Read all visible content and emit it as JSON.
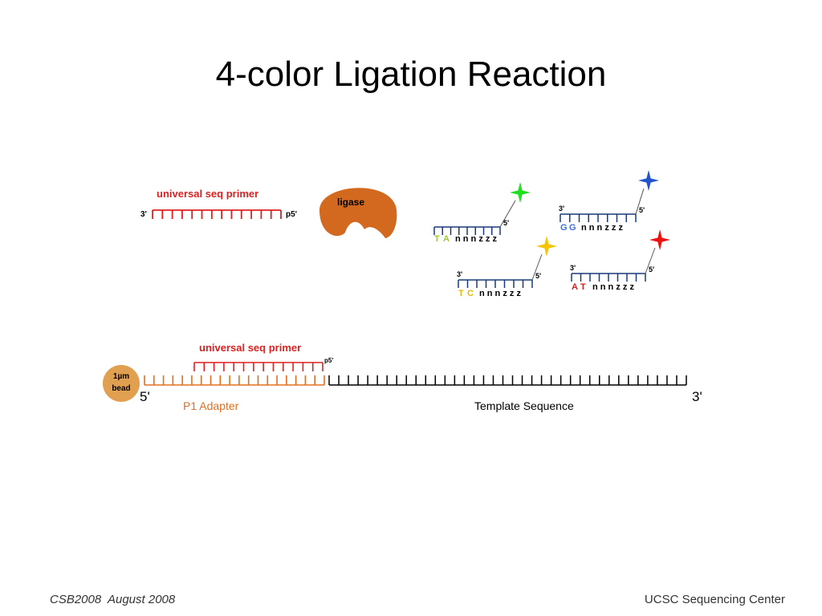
{
  "slide": {
    "title": "4-color Ligation Reaction",
    "footer_left": "CSB2008  August 2008",
    "footer_right": "UCSC Sequencing Center"
  },
  "diagram": {
    "primer_free": {
      "label": "universal seq primer",
      "end_left": "3'",
      "end_right": "p5'"
    },
    "ligase": {
      "label": "ligase"
    },
    "probes": [
      {
        "base1": "T",
        "base2": "A",
        "suffix": "n n n z z z",
        "base_color": "#9acd32",
        "star_color": "#22dd22",
        "end3": "",
        "end5": "5'"
      },
      {
        "base1": "G",
        "base2": "G",
        "suffix": "n n n z z z",
        "base_color": "#3a6fd8",
        "star_color": "#2255cc",
        "end3": "3'",
        "end5": "5'"
      },
      {
        "base1": "T",
        "base2": "C",
        "suffix": "n n n z z z",
        "base_color": "#e6b800",
        "star_color": "#f5c400",
        "end3": "3'",
        "end5": "5'"
      },
      {
        "base1": "A",
        "base2": "T",
        "suffix": "n n n z z z",
        "base_color": "#e02020",
        "star_color": "#ee1111",
        "end3": "3'",
        "end5": "5'"
      }
    ],
    "bead": {
      "line1": "1µm",
      "line2": "bead"
    },
    "bound_primer": {
      "label": "universal seq primer",
      "end_right": "p5'"
    },
    "template": {
      "left_end": "5'",
      "right_end": "3'",
      "adapter_label": "P1 Adapter",
      "sequence_label": "Template Sequence"
    },
    "colors": {
      "primer": "#e02020",
      "adapter": "#e07020",
      "template": "#000000",
      "probe": "#1a3a7a",
      "ligase": "#d2691e",
      "bead": "#e0a050"
    }
  }
}
